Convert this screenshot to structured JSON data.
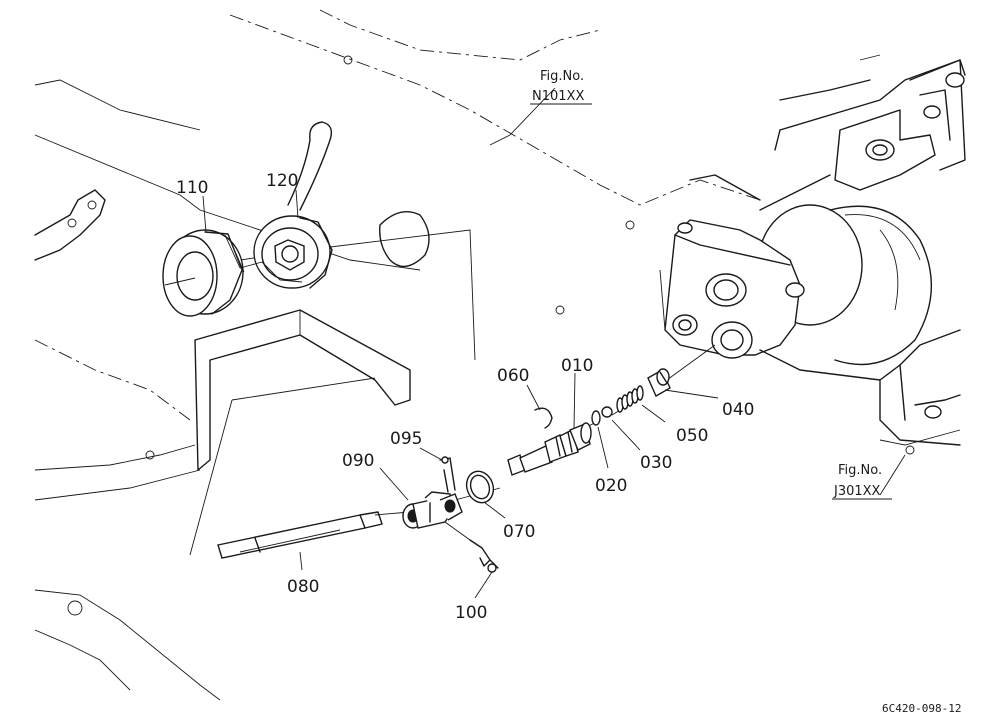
{
  "figure_refs": [
    {
      "id": "n101",
      "line1": "Fig.No.",
      "line2": "N101XX"
    },
    {
      "id": "j301",
      "line1": "Fig.No.",
      "line2": "J301XX"
    }
  ],
  "parts": [
    {
      "id": "p110",
      "number": "110"
    },
    {
      "id": "p120",
      "number": "120"
    },
    {
      "id": "p060",
      "number": "060"
    },
    {
      "id": "p010",
      "number": "010"
    },
    {
      "id": "p095",
      "number": "095"
    },
    {
      "id": "p090",
      "number": "090"
    },
    {
      "id": "p020",
      "number": "020"
    },
    {
      "id": "p030",
      "number": "030"
    },
    {
      "id": "p050",
      "number": "050"
    },
    {
      "id": "p040",
      "number": "040"
    },
    {
      "id": "p070",
      "number": "070"
    },
    {
      "id": "p080",
      "number": "080"
    },
    {
      "id": "p100",
      "number": "100"
    }
  ],
  "drawing_code": "6C420-098-12"
}
